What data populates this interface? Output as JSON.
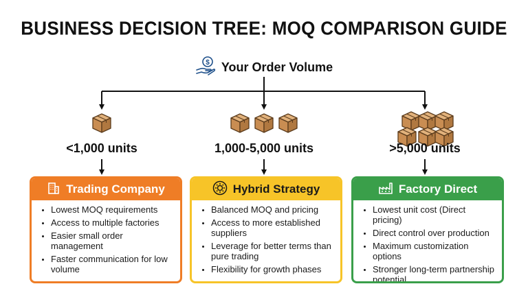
{
  "title": "BUSINESS DECISION TREE: MOQ COMPARISON GUIDE",
  "root": {
    "label": "Your Order Volume",
    "icon": "hand-money-icon"
  },
  "branches": [
    {
      "volume": "<1,000 units",
      "box_count": 1,
      "card": {
        "title": "Trading Company",
        "icon": "office-building-icon",
        "color": "#ef7d26",
        "text_color": "#ffffff",
        "items": [
          "Lowest MOQ requirements",
          "Access to multiple factories",
          "Easier small order management",
          "Faster communication for low volume"
        ]
      }
    },
    {
      "volume": "1,000-5,000 units",
      "box_count": 3,
      "card": {
        "title": "Hybrid Strategy",
        "icon": "gear-handshake-icon",
        "color": "#f7c428",
        "text_color": "#1a1a1a",
        "items": [
          "Balanced MOQ and pricing",
          "Access to more established suppliers",
          "Leverage for better terms than pure trading",
          "Flexibility for growth phases"
        ]
      }
    },
    {
      "volume": ">5,000 units",
      "box_count": 6,
      "card": {
        "title": "Factory Direct",
        "icon": "factory-icon",
        "color": "#3a9f4a",
        "text_color": "#ffffff",
        "items": [
          "Lowest unit cost (Direct pricing)",
          "Direct control over production",
          "Maximum customization options",
          "Stronger long-term partnership potential"
        ]
      }
    }
  ]
}
